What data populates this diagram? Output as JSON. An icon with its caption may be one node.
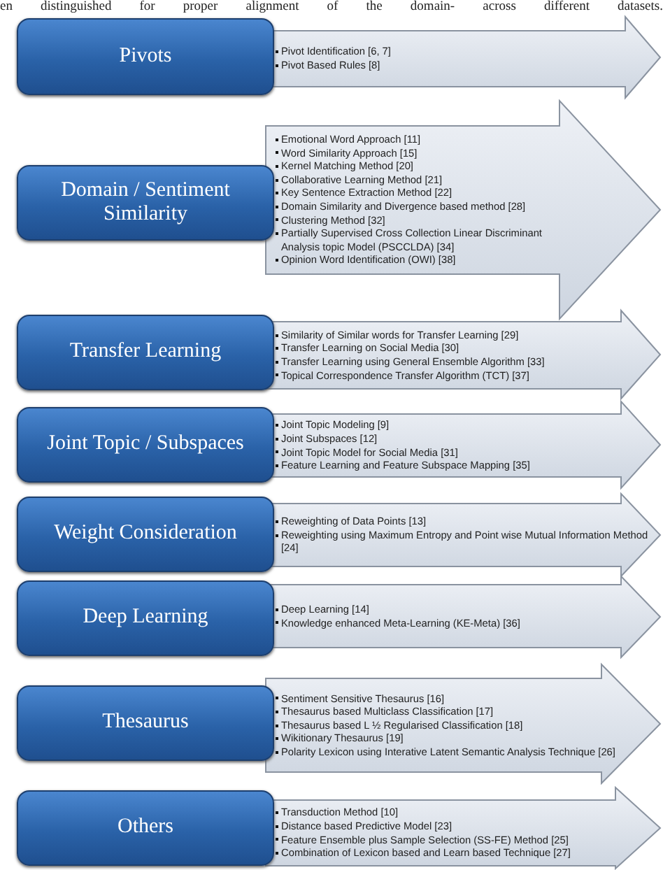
{
  "diagram": {
    "nodes": [
      {
        "text": [
          "Pivots"
        ]
      },
      {
        "text": [
          "Pivot Identification [6, 7]",
          "Pivot Based Rules [8]"
        ]
      },
      {
        "text": [
          "Domain / Sentiment Similarity"
        ]
      },
      {
        "text": [
          "Emotional Word Approach [11]",
          "Word Similarity Approach [15]",
          "Kernel Matching Method [20]",
          "Collaborative Learning Method [21]",
          "Key Sentence Extraction Method [22]",
          "Domain Similarity and Divergence based method [28]",
          "Clustering Method [32]",
          "Partially Supervised Cross Collection Linear Discriminant Analysis topic Model (PSCCLDA) [34]",
          "Opinion Word Identification (OWI) [38]"
        ]
      },
      {
        "text": [
          "Transfer Learning"
        ]
      },
      {
        "text": [
          "Similarity of Similar words for Transfer Learning [29]",
          "Transfer Learning on Social Media [30]",
          "Transfer Learning using General Ensemble Algorithm [33]",
          "Topical Correspondence Transfer Algorithm (TCT) [37]"
        ]
      },
      {
        "text": [
          "Joint Topic / Subspaces"
        ]
      },
      {
        "text": [
          "Joint Topic Modeling [9]",
          "Joint Subspaces [12]",
          "Joint Topic Model for Social Media [31]",
          "Feature Learning and Feature Subspace Mapping [35]"
        ]
      },
      {
        "text": [
          "Weight Consideration"
        ]
      },
      {
        "text": [
          "Reweighting of Data Points [13]",
          "Reweighting using Maximum Entropy and Point wise Mutual Information Method [24]"
        ]
      },
      {
        "text": [
          "Deep Learning"
        ]
      },
      {
        "text": [
          "Deep Learning [14]",
          "Knowledge enhanced Meta-Learning (KE-Meta) [36]"
        ]
      },
      {
        "text": [
          "Thesaurus"
        ]
      },
      {
        "text": [
          "Sentiment Sensitive Thesaurus [16]",
          "Thesaurus based Multiclass Classification [17]",
          "Thesaurus based L ½ Regularised Classification [18]",
          "Wikitionary Thesaurus [19]",
          "Polarity Lexicon using Interative Latent Semantic Analysis Technique [26]"
        ]
      },
      {
        "text": [
          "Others"
        ]
      },
      {
        "text": [
          "Transduction Method [10]",
          "Distance based Predictive Model [23]",
          "Feature Ensemble plus Sample Selection (SS-FE) Method [25]",
          "Combination of Lexicon based and Learn based Technique [27]"
        ]
      }
    ],
    "labels": [
      "en distinguished for proper alignment of the domain- across different datasets."
    ]
  }
}
